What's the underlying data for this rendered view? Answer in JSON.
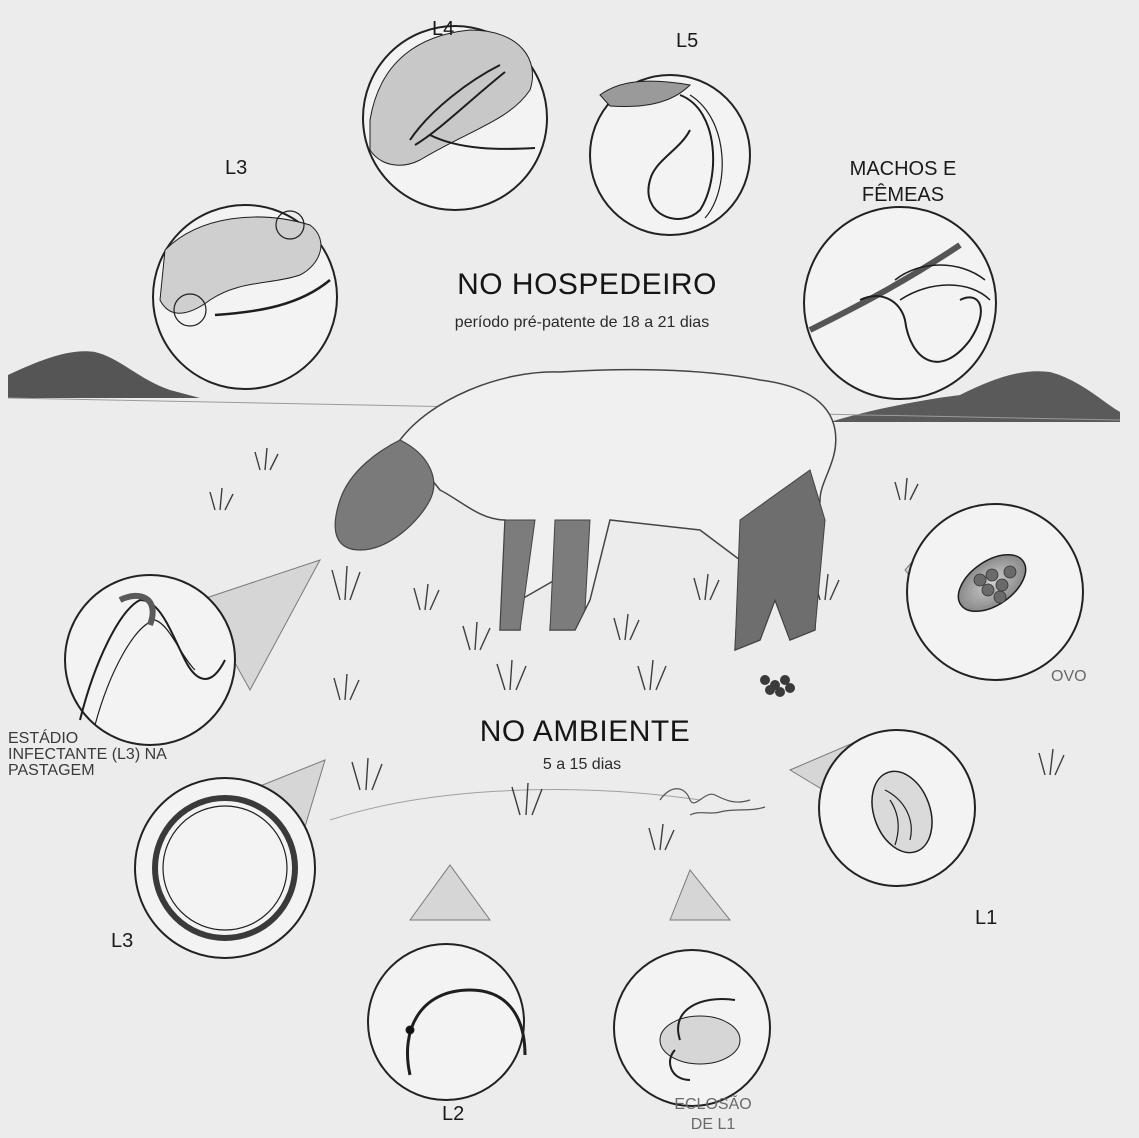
{
  "host": {
    "title": "NO HOSPEDEIRO",
    "subtitle": "período pré-patente de 18 a 21 dias"
  },
  "environment": {
    "title": "NO AMBIENTE",
    "subtitle": "5 a 15 dias"
  },
  "stages": {
    "l3_host": "L3",
    "l4": "L4",
    "l5": "L5",
    "adults_line1": "MACHOS E",
    "adults_line2": "FÊMEAS",
    "egg": "OVO",
    "l1": "L1",
    "hatching_line1": "ECLOSÃO",
    "hatching_line2": "DE L1",
    "l2": "L2",
    "l3_env": "L3",
    "infective_line1": "ESTÁDIO",
    "infective_line2": "INFECTANTE (L3) NA",
    "infective_line3": "PASTAGEM"
  },
  "colors": {
    "background": "#ececec",
    "ink": "#1a1a1a",
    "shade": "#7a7a7a"
  }
}
